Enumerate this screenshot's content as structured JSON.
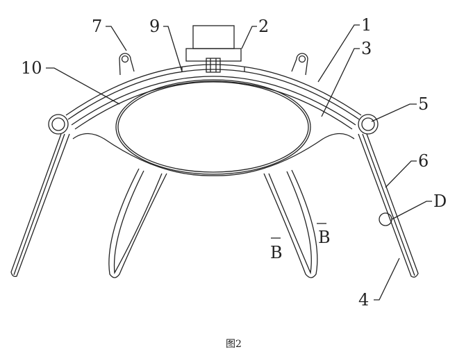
{
  "figure": {
    "caption": "图2",
    "labels": {
      "l1": "1",
      "l2": "2",
      "l3": "3",
      "l4": "4",
      "l5": "5",
      "l6": "6",
      "l7": "7",
      "l9": "9",
      "l10": "10",
      "lD": "D",
      "lB1": "B",
      "lB2": "B"
    }
  }
}
